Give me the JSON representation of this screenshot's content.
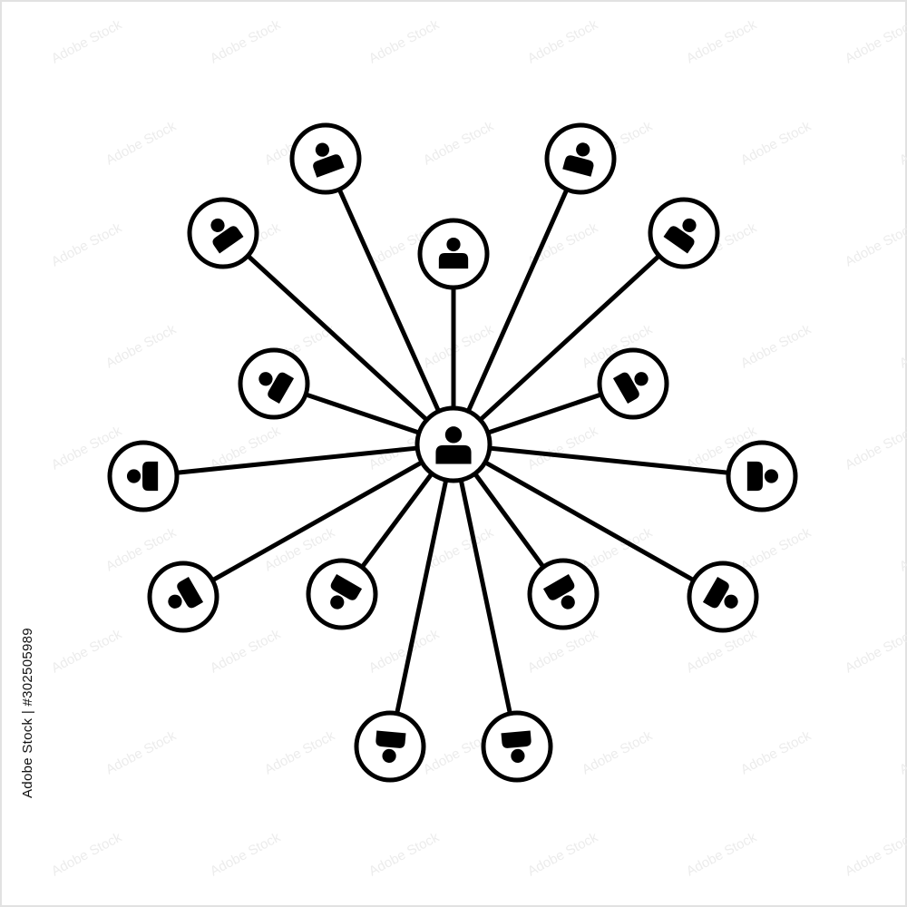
{
  "image": {
    "background": "#ffffff",
    "border_color": "#e2e2e2",
    "stroke_color": "#000000",
    "watermark_text": "Adobe Stock"
  },
  "stock_id_text": "Adobe Stock | #302505989",
  "network": {
    "center": {
      "name": "central-user-node",
      "icon": "person-icon"
    },
    "nodes": [
      {
        "name": "user-node-top-center",
        "icon": "person-icon"
      },
      {
        "name": "user-node-top-left",
        "icon": "person-icon"
      },
      {
        "name": "user-node-top-right",
        "icon": "person-icon"
      },
      {
        "name": "user-node-upper-left",
        "icon": "person-icon"
      },
      {
        "name": "user-node-upper-right",
        "icon": "person-icon"
      },
      {
        "name": "user-node-inner-left",
        "icon": "person-icon"
      },
      {
        "name": "user-node-inner-right",
        "icon": "person-icon"
      },
      {
        "name": "user-node-left",
        "icon": "person-icon"
      },
      {
        "name": "user-node-right",
        "icon": "person-icon"
      },
      {
        "name": "user-node-lower-left",
        "icon": "person-icon"
      },
      {
        "name": "user-node-lower-right",
        "icon": "person-icon"
      },
      {
        "name": "user-node-inner-lower-left",
        "icon": "person-icon"
      },
      {
        "name": "user-node-inner-lower-right",
        "icon": "person-icon"
      },
      {
        "name": "user-node-bottom-left",
        "icon": "person-icon"
      },
      {
        "name": "user-node-bottom-right",
        "icon": "person-icon"
      }
    ]
  }
}
